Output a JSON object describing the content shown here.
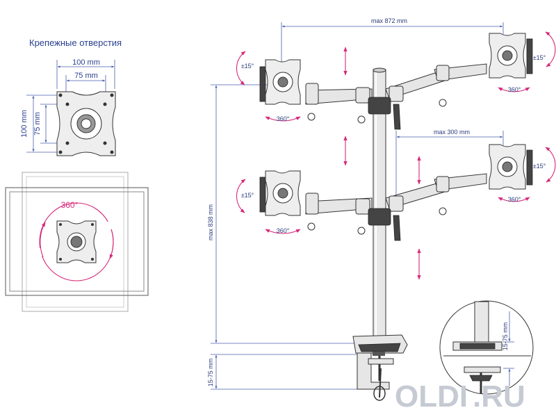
{
  "heading": "Крепежные отверстия",
  "vesa": {
    "outer": "100 mm",
    "inner": "75 mm",
    "outer_v": "100 mm",
    "inner_v": "75 mm"
  },
  "rotation": {
    "plate": "360°",
    "head": "360°",
    "tilt": "±15°"
  },
  "dims": {
    "width": "max 872 mm",
    "height": "max 838 mm",
    "arm": "max 300 mm",
    "clamp": "15-75 mm",
    "clamp_detail": "15-75 mm"
  },
  "watermark": {
    "brand": "OLDI",
    "domain": ".RU",
    "color": "#c5cad3"
  },
  "colors": {
    "accent": "#d62a7a",
    "dimension": "#2a3f8f"
  }
}
